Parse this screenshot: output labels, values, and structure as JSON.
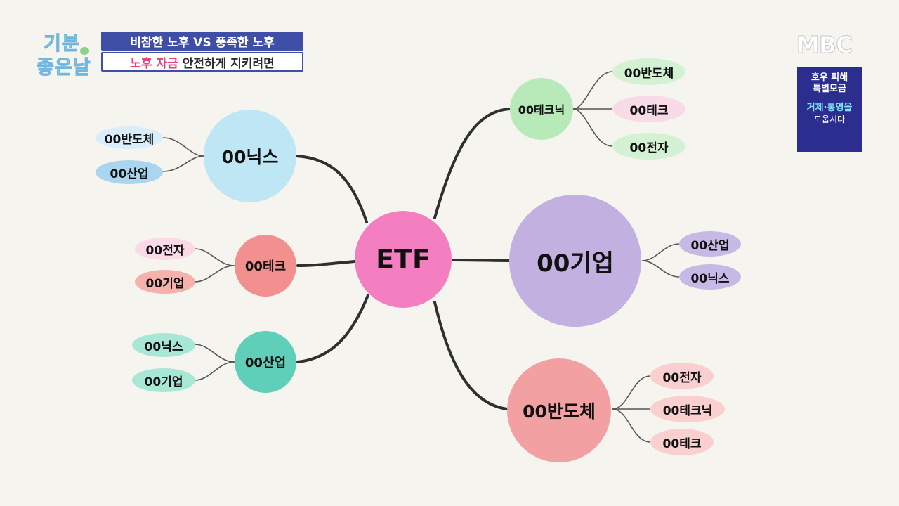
{
  "show_logo": {
    "line1": "기분",
    "line2": "좋은날"
  },
  "caption": {
    "line1": "비참한 노후 VS 풍족한 노후",
    "line2_highlight": "노후 자금",
    "line2_rest": "안전하게 지키려면"
  },
  "channel_logo": "MBC",
  "notice": {
    "line1": "호우 피해",
    "line2": "특별모금",
    "line3": "거제·통영을",
    "line4": "도웁시다"
  },
  "colors": {
    "center": "#f37fc0",
    "blue": "#bfe6f4",
    "blue_leaf1": "#d9eefa",
    "blue_leaf2": "#a9d6ee",
    "red": "#f2908f",
    "red_leaf1": "#fbd9e6",
    "red_leaf2": "#f7b1ad",
    "teal": "#5fcfb9",
    "teal_leaf": "#a8e6d6",
    "green": "#b8e9b9",
    "green_leaf": "#d3f2d3",
    "pink_leaf": "#f9dbe8",
    "purple": "#c2b1e0",
    "purple_leaf": "#c7b9e6",
    "salmon": "#f2a0a2",
    "salmon_leaf": "#f9cfcf"
  },
  "mindmap": {
    "center": "ETF",
    "left_top": {
      "label": "00닉스",
      "leaves": [
        "00반도체",
        "00산업"
      ]
    },
    "left_mid": {
      "label": "00테크",
      "leaves": [
        "00전자",
        "00기업"
      ]
    },
    "left_bot": {
      "label": "00산업",
      "leaves": [
        "00닉스",
        "00기업"
      ]
    },
    "right_top": {
      "label": "00테크닉",
      "leaves": [
        "00반도체",
        "00테크",
        "00전자"
      ]
    },
    "right_mid": {
      "label": "00기업",
      "leaves": [
        "00산업",
        "00닉스"
      ]
    },
    "right_bot": {
      "label": "00반도체",
      "leaves": [
        "00전자",
        "00테크닉",
        "00테크"
      ]
    }
  }
}
